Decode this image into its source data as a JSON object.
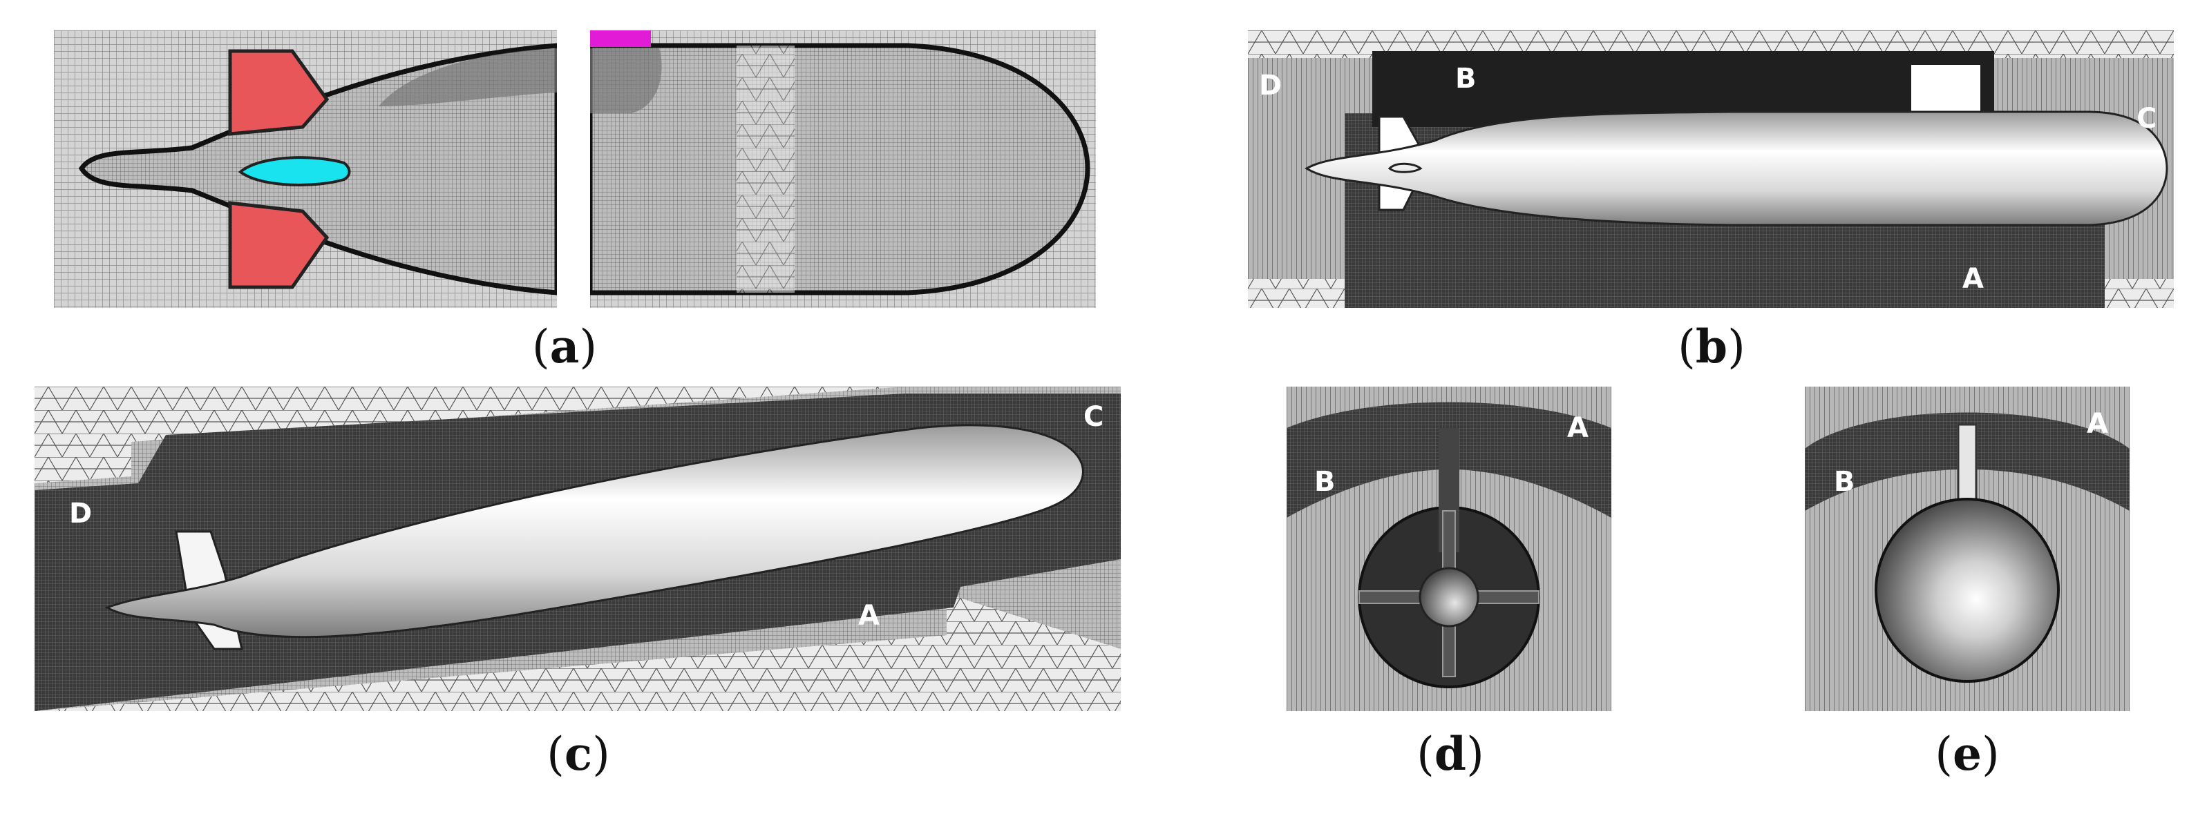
{
  "panels": {
    "a": {
      "letter": "a"
    },
    "b": {
      "letter": "b",
      "zones": {
        "A": "A",
        "B": "B",
        "C": "C",
        "D": "D"
      }
    },
    "c": {
      "letter": "c",
      "zones": {
        "A": "A",
        "C": "C",
        "D": "D"
      }
    },
    "d": {
      "letter": "d",
      "zones": {
        "A": "A",
        "B": "B"
      }
    },
    "e": {
      "letter": "e",
      "zones": {
        "A": "A",
        "B": "B"
      }
    }
  },
  "colors": {
    "mesh_light": "#c9c9c9",
    "mesh_dark": "#404040",
    "fin_red": "#e8565a",
    "sail_cyan": "#18e3ef",
    "tab_magenta": "#e21bd6",
    "hull_white": "#f2f2f2"
  }
}
